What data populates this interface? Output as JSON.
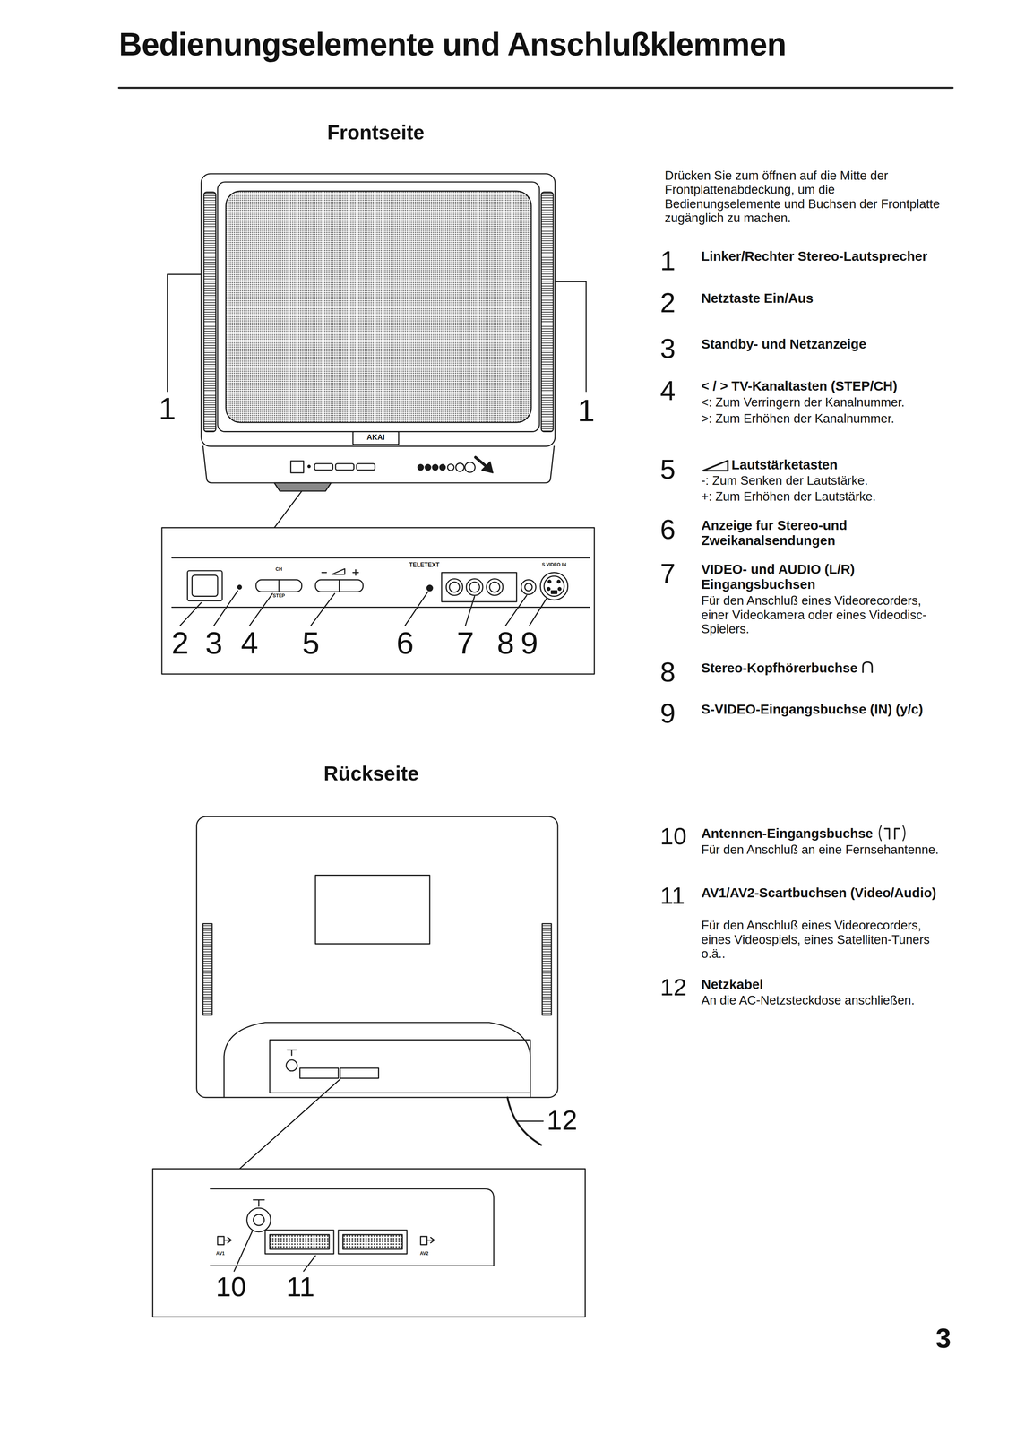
{
  "diagram": {
    "title": "Bedienungselemente und Anschlußklemmen",
    "labels": [
      "Frontseite",
      "Drücken Sie zum öffnen auf die Mitte der Frontplattenabdeckung, um die Bedienungselemente und Buchsen der Frontplatte zugänglich zu machen.",
      "1",
      "Linker/Rechter Stereo-Lautsprecher",
      "2",
      "Netztaste Ein/Aus",
      "3",
      "Standby- und Netzanzeige",
      "4",
      "< / > TV-Kanaltasten (STEP/CH)",
      "<: Zum Verringern der Kanalnummer.",
      ">: Zum Erhöhen der Kanalnummer.",
      "5",
      "Lautstärketasten",
      "-: Zum Senken der Lautstärke.",
      "+: Zum Erhöhen der Lautstärke.",
      "6",
      "Anzeige fur Stereo-und Zweikanalsendungen",
      "7",
      "VIDEO- und AUDIO (L/R) Eingangsbuchsen",
      "Für den Anschluß eines Videorecorders, einer Videokamera oder eines Videodisc-Spielers.",
      "8",
      "Stereo-Kopfhörerbuchse",
      "9",
      "S-VIDEO-Eingangsbuchse (IN) (y/c)",
      "Rückseite",
      "10",
      "Antennen-Eingangsbuchse",
      "Für den Anschluß an eine Fernsehantenne.",
      "11",
      "AV1/AV2-Scartbuchsen (Video/Audio)",
      "Für den Anschluß eines Videorecorders, eines Videospiels, eines Satelliten-Tuners o.ä..",
      "12",
      "Netzkabel",
      "An die AC-Netzsteckdose anschließen.",
      "3",
      "1",
      "1",
      "AKAI",
      "CH",
      "STEP",
      "TELETEXT",
      "S VIDEO IN",
      "2",
      "3",
      "4",
      "5",
      "6",
      "7",
      "8",
      "9",
      "AV1",
      "AV2",
      "12",
      "10",
      "11"
    ]
  }
}
